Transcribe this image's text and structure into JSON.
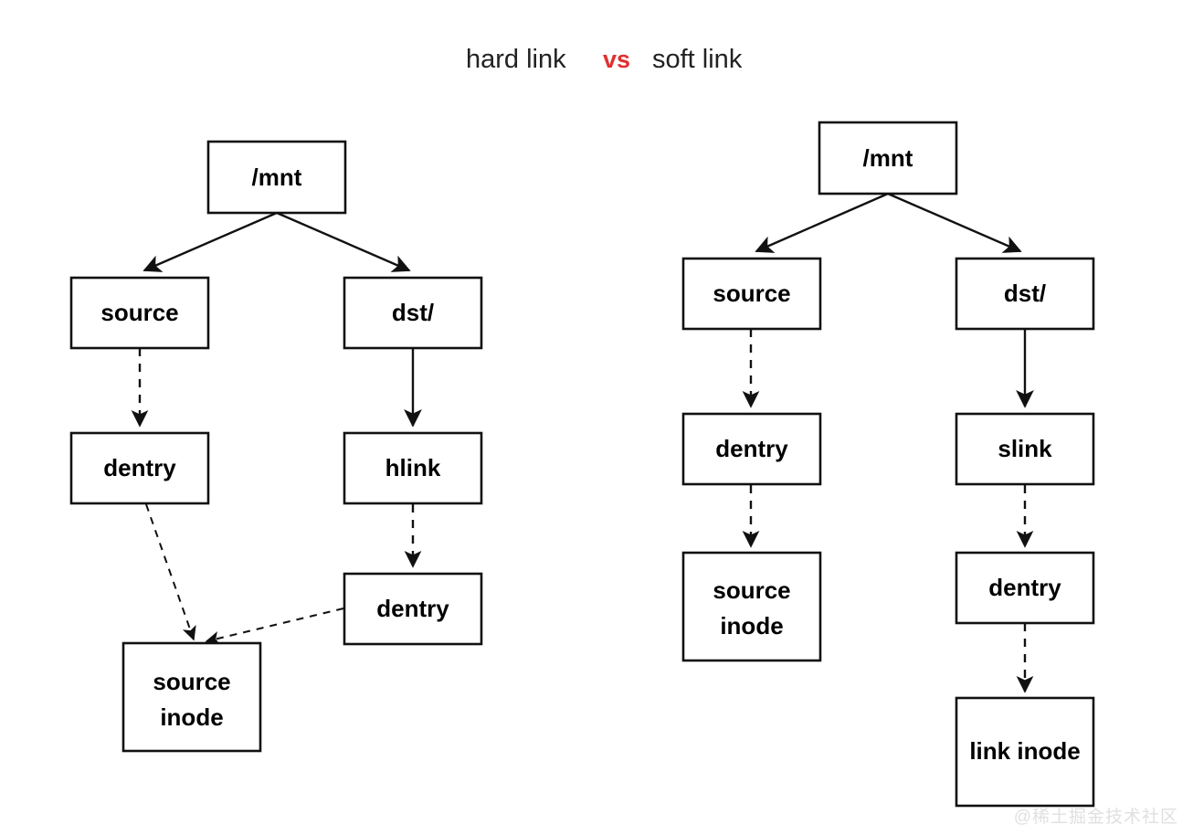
{
  "title": {
    "left_part": "hard link",
    "vs": "vs",
    "right_part": "soft link",
    "vs_color": "#e03030",
    "text_color": "#222222"
  },
  "watermark": "@稀土掘金技术社区",
  "diagrams": [
    {
      "name": "hard-link",
      "nodes": [
        {
          "id": "l-mnt",
          "label": "/mnt"
        },
        {
          "id": "l-source",
          "label": "source"
        },
        {
          "id": "l-dst",
          "label": "dst/"
        },
        {
          "id": "l-dentry1",
          "label": "dentry"
        },
        {
          "id": "l-hlink",
          "label": "hlink"
        },
        {
          "id": "l-dentry2",
          "label": "dentry"
        },
        {
          "id": "l-srcinode-1",
          "label": "source"
        },
        {
          "id": "l-srcinode-2",
          "label": "inode"
        }
      ],
      "edges": [
        {
          "from": "/mnt",
          "to": "source",
          "style": "solid"
        },
        {
          "from": "/mnt",
          "to": "dst/",
          "style": "solid"
        },
        {
          "from": "source",
          "to": "dentry",
          "style": "dashed"
        },
        {
          "from": "dst/",
          "to": "hlink",
          "style": "solid"
        },
        {
          "from": "dentry",
          "to": "source inode",
          "style": "dashed"
        },
        {
          "from": "hlink",
          "to": "dentry",
          "style": "dashed"
        },
        {
          "from": "dentry",
          "to": "source inode",
          "style": "dashed"
        }
      ]
    },
    {
      "name": "soft-link",
      "nodes": [
        {
          "id": "r-mnt",
          "label": "/mnt"
        },
        {
          "id": "r-source",
          "label": "source"
        },
        {
          "id": "r-dst",
          "label": "dst/"
        },
        {
          "id": "r-dentry1",
          "label": "dentry"
        },
        {
          "id": "r-slink",
          "label": "slink"
        },
        {
          "id": "r-srcinode-1",
          "label": "source"
        },
        {
          "id": "r-srcinode-2",
          "label": "inode"
        },
        {
          "id": "r-dentry2",
          "label": "dentry"
        },
        {
          "id": "r-linkinode",
          "label": "link inode"
        }
      ],
      "edges": [
        {
          "from": "/mnt",
          "to": "source",
          "style": "solid"
        },
        {
          "from": "/mnt",
          "to": "dst/",
          "style": "solid"
        },
        {
          "from": "source",
          "to": "dentry",
          "style": "dashed"
        },
        {
          "from": "dst/",
          "to": "slink",
          "style": "solid"
        },
        {
          "from": "dentry",
          "to": "source inode",
          "style": "dashed"
        },
        {
          "from": "slink",
          "to": "dentry",
          "style": "dashed"
        },
        {
          "from": "dentry",
          "to": "link inode",
          "style": "dashed"
        }
      ]
    }
  ]
}
